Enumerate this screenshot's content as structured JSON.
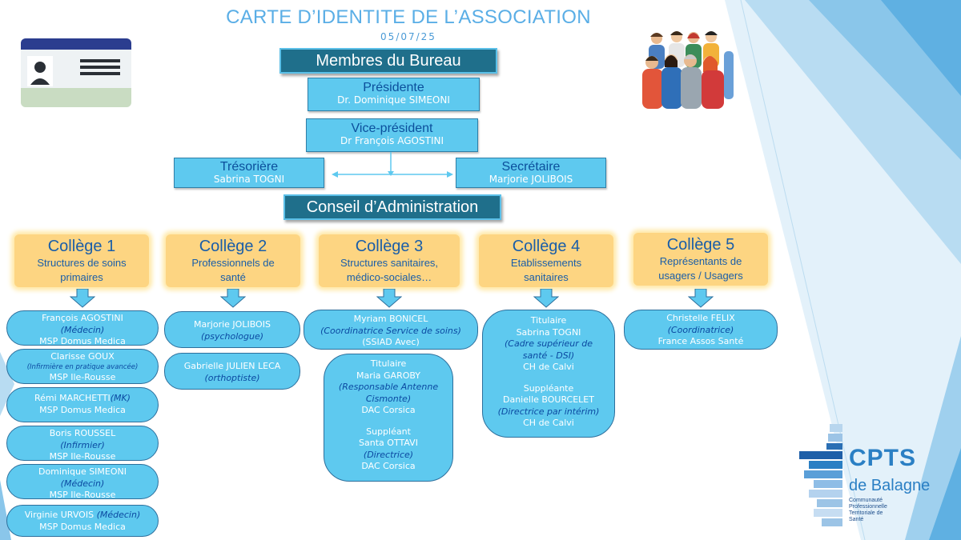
{
  "header": {
    "title": "CARTE D’IDENTITE DE L’ASSOCIATION",
    "date": "05/07/25"
  },
  "bureau": {
    "heading": "Membres du Bureau",
    "president": {
      "role": "Présidente",
      "name": "Dr. Dominique SIMEONI"
    },
    "vice_president": {
      "role": "Vice-président",
      "name": "Dr François AGOSTINI"
    },
    "tresoriere": {
      "role": "Trésorière",
      "name": "Sabrina TOGNI"
    },
    "secretaire": {
      "role": "Secrétaire",
      "name": "Marjorie JOLIBOIS"
    }
  },
  "conseil": {
    "heading": "Conseil d’Administration"
  },
  "colleges": [
    {
      "name": "Collège 1",
      "desc1": "Structures de soins",
      "desc2": "primaires"
    },
    {
      "name": "Collège 2",
      "desc1": "Professionnels de",
      "desc2": "santé"
    },
    {
      "name": "Collège 3",
      "desc1": "Structures sanitaires,",
      "desc2": "médico-sociales…"
    },
    {
      "name": "Collège 4",
      "desc1": "Etablissements",
      "desc2": "sanitaires"
    },
    {
      "name": "Collège 5",
      "desc1": "Représentants de",
      "desc2": "usagers / Usagers"
    }
  ],
  "college1_members": [
    {
      "name": "François AGOSTINI",
      "role": "(Médecin)",
      "org": "MSP Domus Medica"
    },
    {
      "name": "Clarisse GOUX",
      "role": "(Infirmière en pratique avancée)",
      "org": "MSP Ile-Rousse"
    },
    {
      "name": "Rémi MARCHETTI",
      "role": "(MK)",
      "org": "MSP Domus Medica"
    },
    {
      "name": "Boris ROUSSEL",
      "role": "(Infirmier)",
      "org": "MSP Ile-Rousse"
    },
    {
      "name": "Dominique SIMEONI",
      "role": "(Médecin)",
      "org": "MSP Ile-Rousse"
    },
    {
      "name": "Virginie URVOIS",
      "role": "(Médecin)",
      "org": "MSP Domus Medica"
    }
  ],
  "college2_members": [
    {
      "name": "Marjorie JOLIBOIS",
      "role": "(psychologue)"
    },
    {
      "name": "Gabrielle JULIEN LECA",
      "role": "(orthoptiste)"
    }
  ],
  "college3": {
    "member1": {
      "name": "Myriam BONICEL",
      "role": "(Coordinatrice Service de soins)",
      "org": "(SSIAD Avec)"
    },
    "titulaire": {
      "label": "Titulaire",
      "name": "Maria GAROBY",
      "role1": "(Responsable Antenne",
      "role2": "Cismonte)",
      "org": "DAC Corsica"
    },
    "suppleant": {
      "label": "Suppléant",
      "name": "Santa OTTAVI",
      "role": "(Directrice)",
      "org": "DAC Corsica"
    }
  },
  "college4": {
    "titulaire": {
      "label": "Titulaire",
      "name": "Sabrina TOGNI",
      "role1": "(Cadre supérieur de",
      "role2": "santé - DSI)",
      "org": "CH de Calvi"
    },
    "suppleant": {
      "label": "Suppléante",
      "name": "Danielle BOURCELET",
      "role": "(Directrice par intérim)",
      "org": "CH de Calvi"
    }
  },
  "college5_members": [
    {
      "name": "Christelle FELIX",
      "role": "(Coordinatrice)",
      "org": "France Assos Santé"
    }
  ],
  "logo": {
    "name": "CPTS",
    "place": "de Balagne",
    "sub1": "Communauté",
    "sub2": "Professionnelle",
    "sub3": "Territoriale de",
    "sub4": "Santé"
  },
  "colors": {
    "box_fill": "#5ec9ef",
    "section_fill": "#1f6f8b",
    "college_fill": "#fdd582",
    "accent_blue": "#1a5ea8",
    "logo_blue": "#2a7fc4"
  }
}
